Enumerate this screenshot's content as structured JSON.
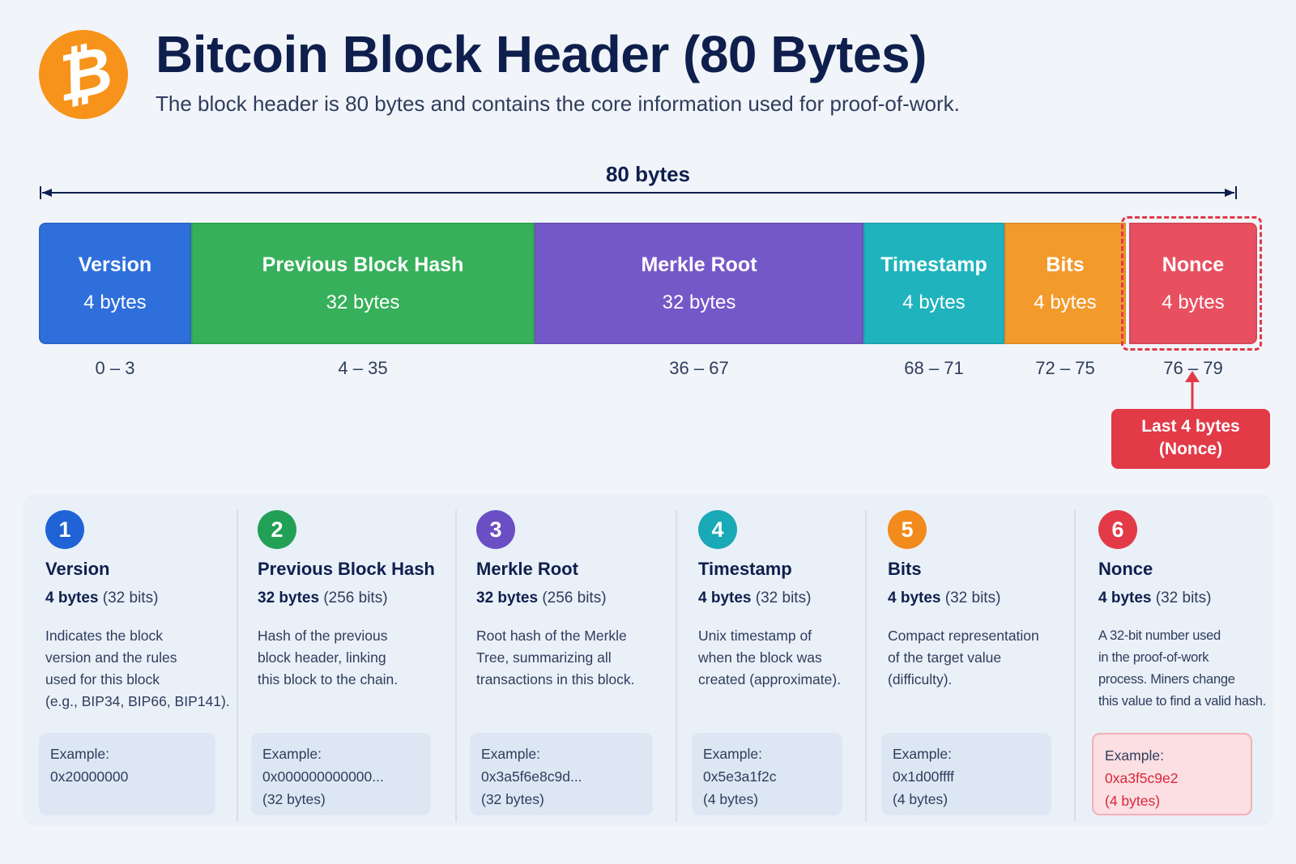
{
  "header": {
    "logo_glyph": "₿",
    "title": "Bitcoin Block Header (80 Bytes)",
    "subtitle": "The block header is 80 bytes and contains the core information used for proof-of-work."
  },
  "span_label": "80 bytes",
  "segments": [
    {
      "name": "Version",
      "size": "4 bytes",
      "range": "0 – 3",
      "color": "#2f6fdc"
    },
    {
      "name": "Previous Block Hash",
      "size": "32 bytes",
      "range": "4 – 35",
      "color": "#36b05a"
    },
    {
      "name": "Merkle Root",
      "size": "32 bytes",
      "range": "36 – 67",
      "color": "#7558c8"
    },
    {
      "name": "Timestamp",
      "size": "4 bytes",
      "range": "68 – 71",
      "color": "#1fb3bd"
    },
    {
      "name": "Bits",
      "size": "4 bytes",
      "range": "72 – 75",
      "color": "#f39a2c"
    },
    {
      "name": "Nonce",
      "size": "4 bytes",
      "range": "76 – 79",
      "color": "#e85060"
    }
  ],
  "callout": {
    "line1": "Last 4 bytes",
    "line2": "(Nonce)"
  },
  "fields": [
    {
      "num": "1",
      "color": "#1f63d6",
      "name": "Version",
      "size_bold": "4 bytes",
      "size_rest": "(32 bits)",
      "desc": [
        "Indicates the block",
        "version and the rules",
        "used for this block",
        "(e.g., BIP34, BIP66, BIP141)."
      ],
      "example_label": "Example:",
      "example_value": "0x20000000",
      "example_note": ""
    },
    {
      "num": "2",
      "color": "#22a055",
      "name": "Previous Block Hash",
      "size_bold": "32 bytes",
      "size_rest": "(256 bits)",
      "desc": [
        "Hash of the previous",
        "block header, linking",
        "this block to the chain."
      ],
      "example_label": "Example:",
      "example_value": "0x000000000000...",
      "example_note": "(32 bytes)"
    },
    {
      "num": "3",
      "color": "#6a4fc4",
      "name": "Merkle Root",
      "size_bold": "32 bytes",
      "size_rest": "(256 bits)",
      "desc": [
        "Root hash of the Merkle",
        "Tree, summarizing all",
        "transactions in this block."
      ],
      "example_label": "Example:",
      "example_value": "0x3a5f6e8c9d...",
      "example_note": "(32 bytes)"
    },
    {
      "num": "4",
      "color": "#1aa9b6",
      "name": "Timestamp",
      "size_bold": "4 bytes",
      "size_rest": "(32 bits)",
      "desc": [
        "Unix timestamp of",
        "when the block was",
        "created (approximate)."
      ],
      "example_label": "Example:",
      "example_value": "0x5e3a1f2c",
      "example_note": "(4 bytes)"
    },
    {
      "num": "5",
      "color": "#f28a1c",
      "name": "Bits",
      "size_bold": "4 bytes",
      "size_rest": "(32 bits)",
      "desc": [
        "Compact representation",
        "of the target value",
        "(difficulty)."
      ],
      "example_label": "Example:",
      "example_value": "0x1d00ffff",
      "example_note": "(4 bytes)"
    },
    {
      "num": "6",
      "color": "#e33a48",
      "name": "Nonce",
      "size_bold": "4 bytes",
      "size_rest": "(32 bits)",
      "desc": [
        "A 32-bit number used",
        "in the proof-of-work",
        "process. Miners change",
        "this value to find a valid hash."
      ],
      "example_label": "Example:",
      "example_value": "0xa3f5c9e2",
      "example_note": "(4 bytes)"
    }
  ]
}
